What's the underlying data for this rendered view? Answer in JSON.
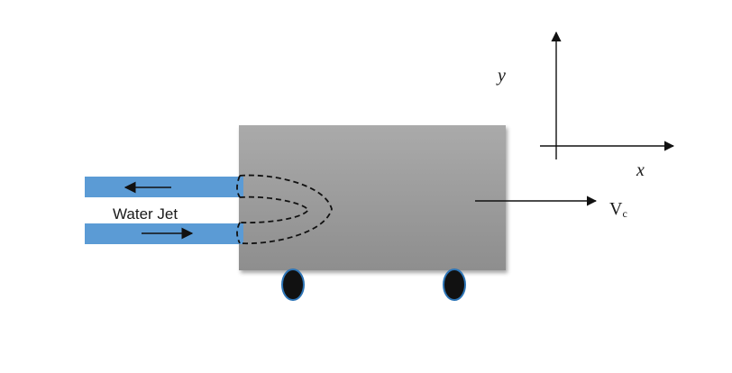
{
  "labels": {
    "water_jet": "Water Jet",
    "velocity_symbol": "V",
    "velocity_subscript": "c",
    "y_axis": "y",
    "x_axis": "x"
  },
  "colors": {
    "cart_top": "#aaaaaa",
    "cart_bottom": "#8e8e8e",
    "jet": "#5b9bd5",
    "wheel": "#111111",
    "wheel_rim": "#2e75b6",
    "line": "#111111"
  }
}
